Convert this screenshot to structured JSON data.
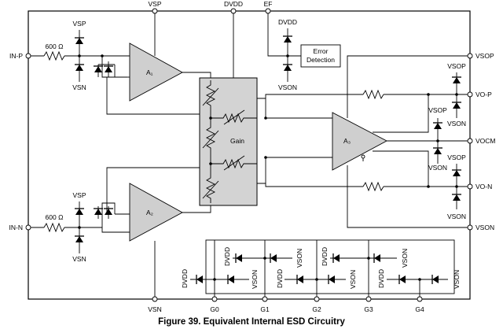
{
  "caption": "Figure 39.  Equivalent Internal ESD Circuitry",
  "top_pins": {
    "vsp": "VSP",
    "dvdd": "DVDD",
    "ef": "EF"
  },
  "bottom_pins": {
    "vsn": "VSN",
    "g0": "G0",
    "g1": "G1",
    "g2": "G2",
    "g3": "G3",
    "g4": "G4"
  },
  "left_pins": {
    "in_p": "IN-P",
    "in_n": "IN-N"
  },
  "right_pins": {
    "vsop": "VSOP",
    "vo_p": "VO-P",
    "vocm": "VOCM",
    "vo_n": "VO-N",
    "vson": "VSON"
  },
  "resistor_label": "600 Ω",
  "amplifiers": {
    "a1": "A₁",
    "a2": "A₂",
    "a3": "A₃"
  },
  "gain_label": "Gain",
  "error_detection": [
    "Error",
    "Detection"
  ],
  "rail_labels": {
    "vsp": "VSP",
    "vsn": "VSN",
    "dvdd": "DVDD",
    "vsop": "VSOP",
    "vson": "VSON"
  }
}
